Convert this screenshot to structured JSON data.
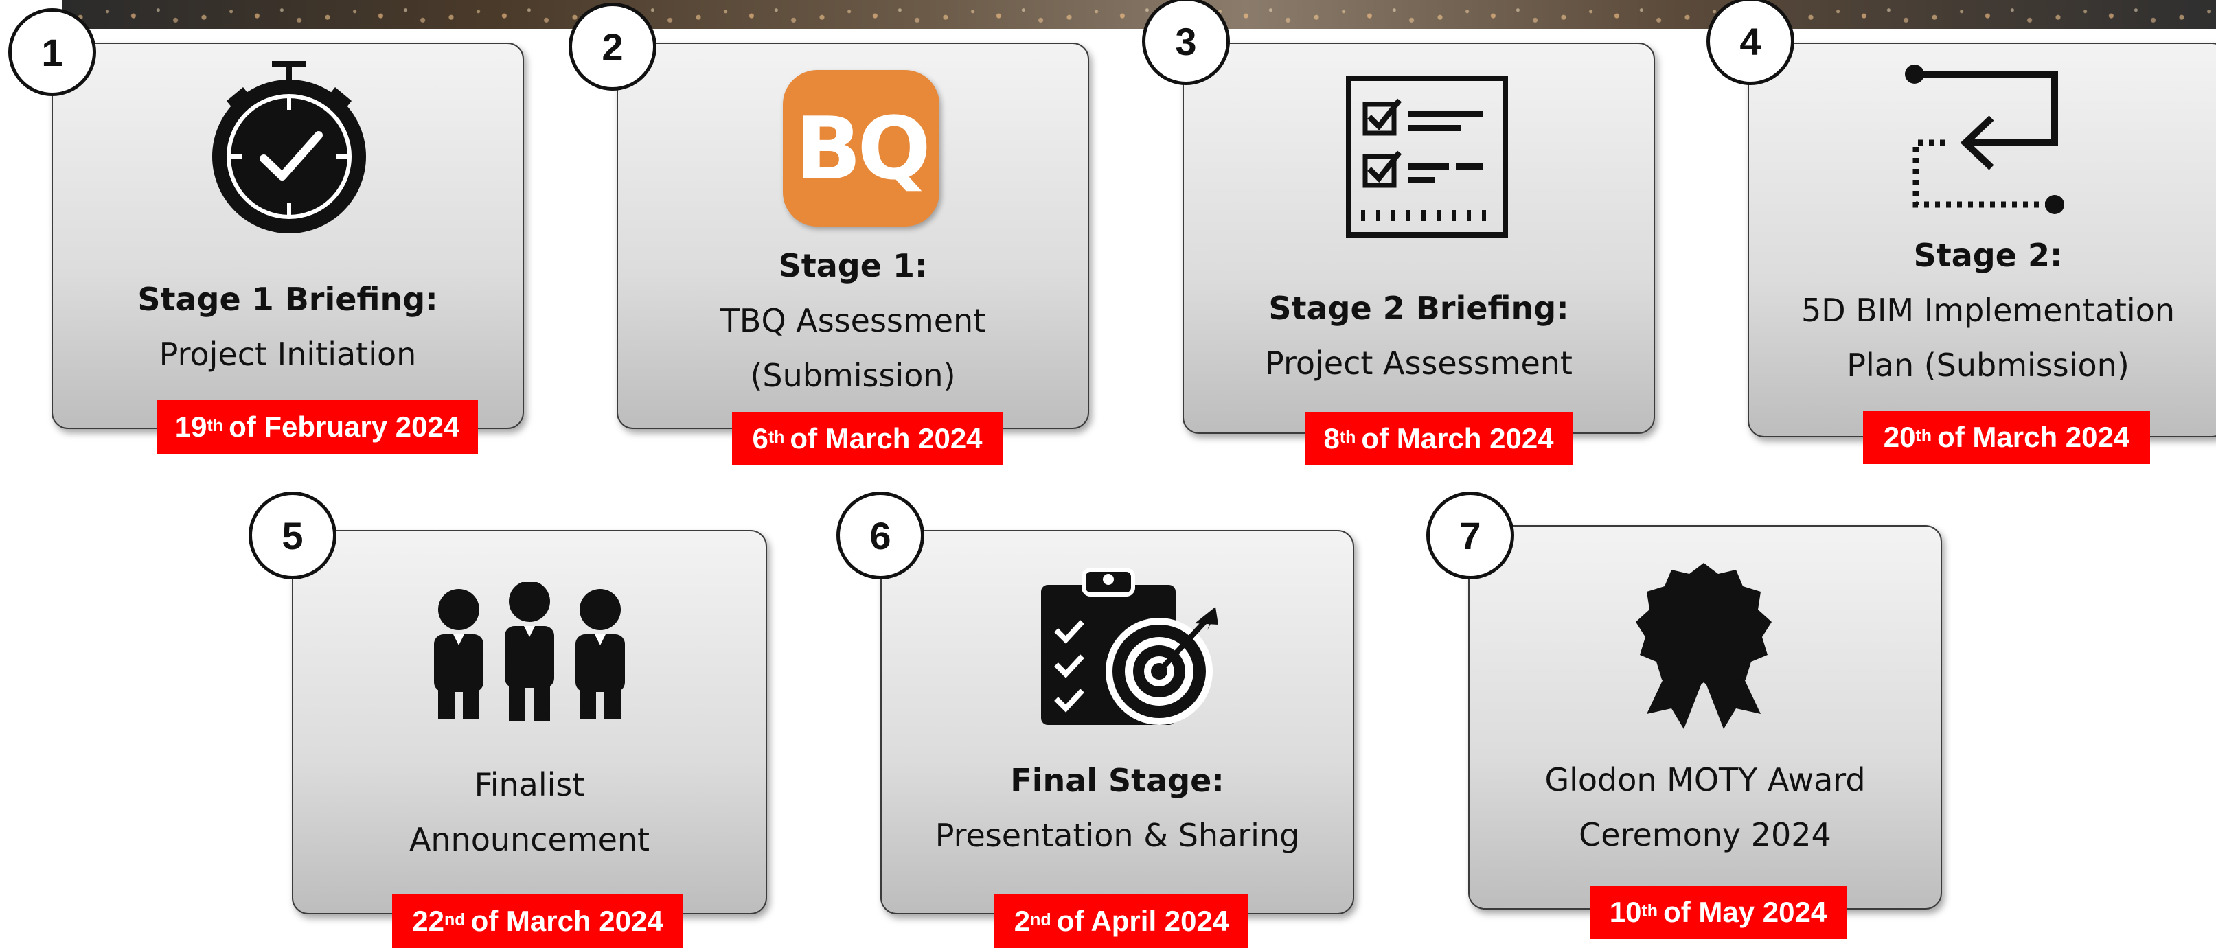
{
  "stages": [
    {
      "number": "1",
      "title": "Stage 1 Briefing:",
      "lines": [
        "Project Initiation"
      ],
      "date_day": "19",
      "date_suffix": "th",
      "date_rest": "of February 2024",
      "icon": "stopwatch-icon"
    },
    {
      "number": "2",
      "title": "Stage 1:",
      "lines": [
        "TBQ Assessment",
        "(Submission)"
      ],
      "date_day": "6",
      "date_suffix": "th",
      "date_rest": "of March 2024",
      "icon": "bq-logo-icon",
      "logo_text": "BQ",
      "logo_color": "#e8893a"
    },
    {
      "number": "3",
      "title": "Stage 2 Briefing:",
      "lines": [
        "Project Assessment"
      ],
      "date_day": "8",
      "date_suffix": "th",
      "date_rest": "of March 2024",
      "icon": "checklist-icon"
    },
    {
      "number": "4",
      "title": "Stage 2:",
      "lines": [
        "5D BIM Implementation",
        "Plan (Submission)"
      ],
      "date_day": "20",
      "date_suffix": "th",
      "date_rest": "of March 2024",
      "icon": "return-arrow-icon"
    },
    {
      "number": "5",
      "title": "",
      "lines": [
        "Finalist",
        "Announcement"
      ],
      "date_day": "22",
      "date_suffix": "nd",
      "date_rest": "of March 2024",
      "icon": "three-people-icon"
    },
    {
      "number": "6",
      "title": "Final Stage:",
      "lines": [
        "Presentation & Sharing"
      ],
      "date_day": "2",
      "date_suffix": "nd",
      "date_rest": "of April 2024",
      "icon": "clipboard-target-icon"
    },
    {
      "number": "7",
      "title": "",
      "lines": [
        "Glodon MOTY Award",
        "Ceremony 2024"
      ],
      "date_day": "10",
      "date_suffix": "th",
      "date_rest": "of May 2024",
      "icon": "award-badge-icon"
    }
  ],
  "colors": {
    "date_badge": "#ff0000",
    "card_border": "#3b3b3b",
    "bq_logo": "#e8893a"
  }
}
